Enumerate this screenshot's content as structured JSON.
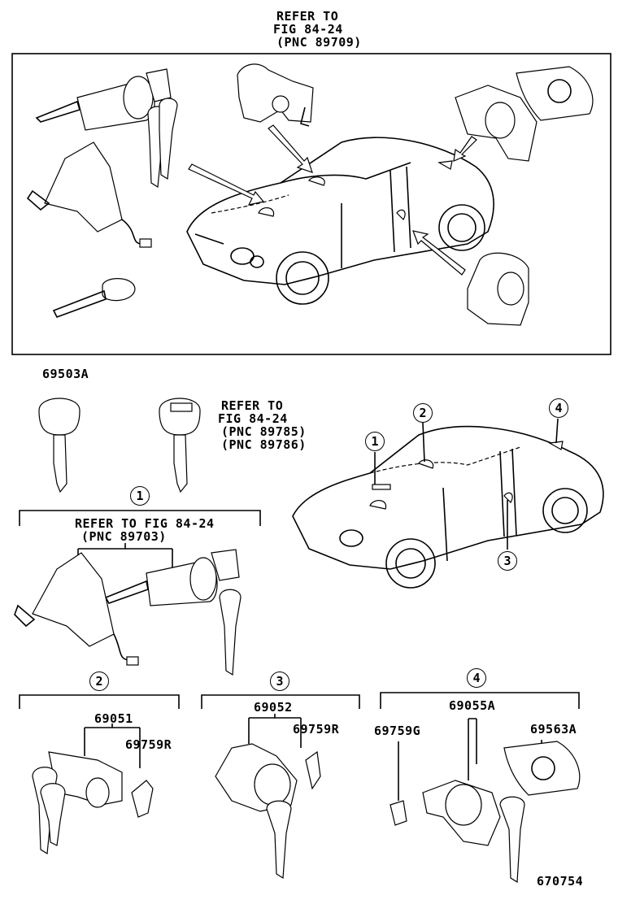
{
  "top_refer": {
    "line1": "REFER TO",
    "line2": "FIG 84-24",
    "line3": "(PNC 89709)"
  },
  "key_part": "69503A",
  "key_refer": {
    "line1": "REFER TO",
    "line2": "FIG 84-24",
    "line3": "(PNC 89785)",
    "line4": "(PNC 89786)"
  },
  "callouts": [
    "1",
    "2",
    "3",
    "4"
  ],
  "group1": {
    "refer": "REFER TO FIG 84-24",
    "pnc": "(PNC 89703)"
  },
  "group2": {
    "part_main": "69051",
    "part_sub": "69759R"
  },
  "group3": {
    "part_main": "69052",
    "part_sub": "69759R"
  },
  "group4": {
    "part_main": "69055A",
    "part_left": "69759G",
    "part_right": "69563A"
  },
  "figure_number": "670754"
}
